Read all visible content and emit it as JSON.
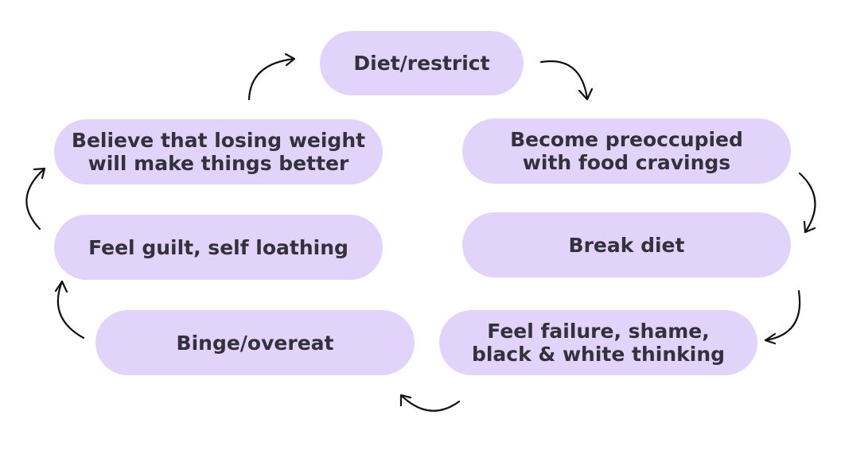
{
  "nodes": [
    {
      "id": "diet",
      "lines": [
        "Diet/restrict"
      ]
    },
    {
      "id": "preoccupied",
      "lines": [
        "Become preoccupied",
        "with food cravings"
      ]
    },
    {
      "id": "break",
      "lines": [
        "Break diet"
      ]
    },
    {
      "id": "failure",
      "lines": [
        "Feel failure, shame,",
        "black & white thinking"
      ]
    },
    {
      "id": "binge",
      "lines": [
        "Binge/overeat"
      ]
    },
    {
      "id": "guilt",
      "lines": [
        "Feel guilt, self loathing"
      ]
    },
    {
      "id": "believe",
      "lines": [
        "Believe that losing weight",
        "will make things better"
      ]
    }
  ],
  "edges": [
    {
      "from": "diet",
      "to": "preoccupied"
    },
    {
      "from": "preoccupied",
      "to": "break"
    },
    {
      "from": "break",
      "to": "failure"
    },
    {
      "from": "failure",
      "to": "binge"
    },
    {
      "from": "binge",
      "to": "guilt"
    },
    {
      "from": "guilt",
      "to": "believe"
    },
    {
      "from": "believe",
      "to": "diet"
    }
  ],
  "colors": {
    "node_fill": "#e2d3fb",
    "text": "#33323c",
    "arrow": "#111111"
  }
}
